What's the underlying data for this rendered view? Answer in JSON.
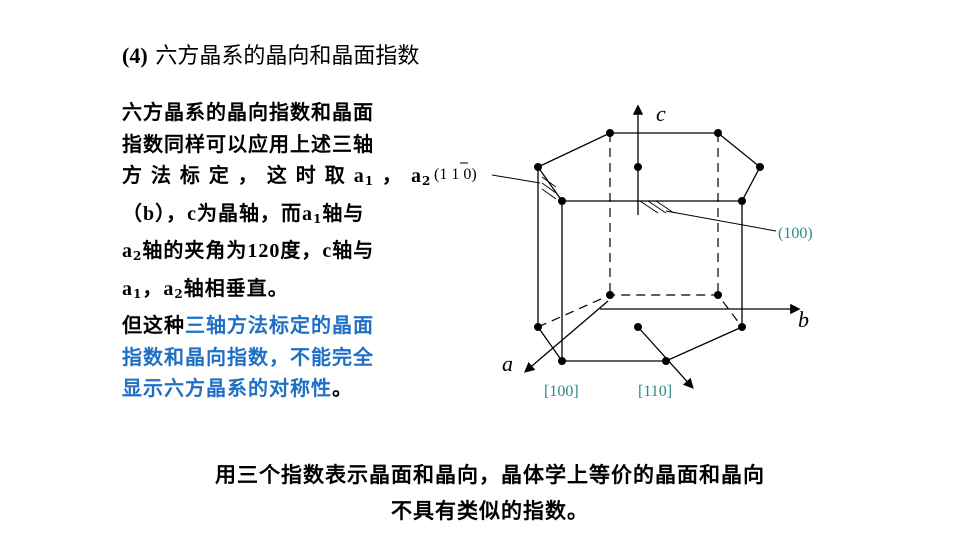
{
  "title": {
    "number": "(4)",
    "text": "六方晶系的晶向和晶面指数"
  },
  "paragraph": {
    "l1": "六方晶系的晶向指数和晶面",
    "l2": "指数同样可以应用上述三轴",
    "l3a": "方 法 标 定 ， 这 时 取 ",
    "a": "a",
    "sub1": "1",
    "sub2": "2",
    "comma_sp": " ， ",
    "l4a": "（",
    "b": "b",
    "l4b": "），",
    "c": "c",
    "l4c": "为晶轴，而",
    "l4d": "轴与",
    "l5a": "轴的夹角为",
    "angle": "120",
    "l5b": "度，",
    "l5c": "轴与",
    "l6a": "，",
    "l6b": "轴相垂直。",
    "l7a": "但这种",
    "l7b": "三轴方法标定的晶面",
    "l8": "指数和晶向指数，不能完全",
    "l9a": "显示六方晶系的对称性",
    "l9b": "。"
  },
  "diagram": {
    "axis_c": "c",
    "axis_b": "b",
    "axis_a": "a",
    "plane_110": "(1 1 0)",
    "plane_100": "(100)",
    "dir_100": "[100]",
    "dir_110": "[110]"
  },
  "conclusion": {
    "line1": "用三个指数表示晶面和晶向，晶体学上等价的晶面和晶向",
    "line2": "不具有类似的指数。"
  },
  "colors": {
    "highlight": "#1f6fc5",
    "label_teal": "#2a8a8a"
  }
}
